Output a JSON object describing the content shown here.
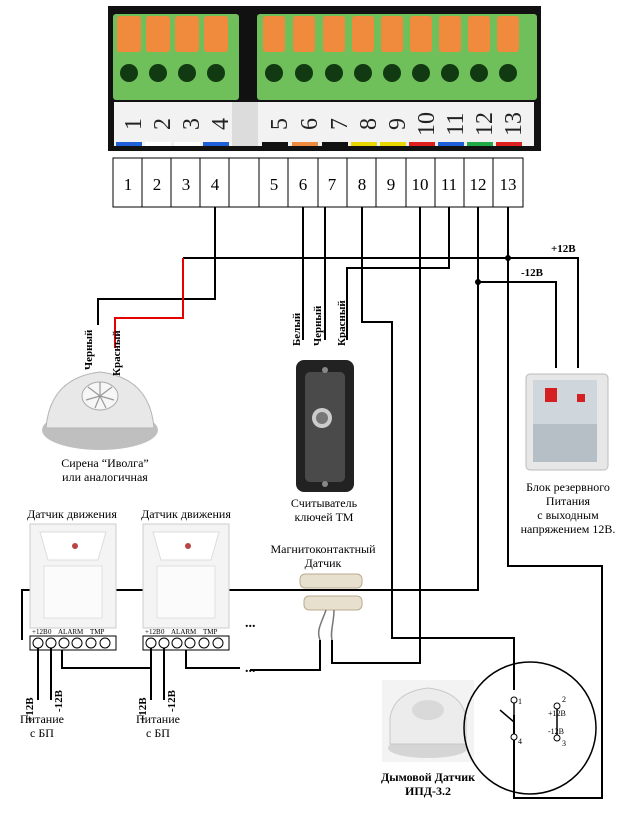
{
  "terminals": {
    "photo_numbers": [
      "1",
      "2",
      "3",
      "4",
      "5",
      "6",
      "7",
      "8",
      "9",
      "10",
      "11",
      "12",
      "13"
    ],
    "box_numbers": [
      "1",
      "2",
      "3",
      "4",
      "5",
      "6",
      "7",
      "8",
      "9",
      "10",
      "11",
      "12",
      "13"
    ]
  },
  "wire_labels": {
    "plus12": "+12В",
    "minus12": "-12В",
    "siren_black": "Черный",
    "siren_red": "Красный",
    "reader_white": "Белый",
    "reader_black": "Черный",
    "reader_red": "Красный"
  },
  "siren": {
    "caption_l1": "Сирена “Иволга”",
    "caption_l2": "или аналогичная"
  },
  "reader": {
    "caption_l1": "Считыватель",
    "caption_l2": "ключей ТМ"
  },
  "psu": {
    "caption_l1": "Блок резервного",
    "caption_l2": "Питания",
    "caption_l3": "с выходным",
    "caption_l4": "напряжением 12В."
  },
  "motion1": {
    "title": "Датчик движения",
    "pins": [
      "+12В",
      "0",
      "ALARM",
      "TMP"
    ],
    "p12": "+12В",
    "m12": "-12В",
    "power_l1": "Питание",
    "power_l2": "с БП"
  },
  "motion2": {
    "title": "Датчик движения",
    "pins": [
      "+12В",
      "0",
      "ALARM",
      "TMP"
    ],
    "p12": "+12В",
    "m12": "-12В",
    "power_l1": "Питание",
    "power_l2": "с БП"
  },
  "magnetic": {
    "caption_l1": "Магнитоконтактный",
    "caption_l2": "Датчик"
  },
  "ellipsis": "...",
  "smoke": {
    "caption_l1": "Дымовой Датчик",
    "caption_l2": "ИПД-3.2",
    "pin1": "1",
    "pin2": "2",
    "pin3": "3",
    "pin4": "4",
    "p12": "+12В",
    "m12": "-12В"
  },
  "colors": {
    "wire": "#000000",
    "siren_red_wire": "#e60000",
    "connector_green": "#6fbf5a",
    "connector_orange": "#f08a3c"
  }
}
